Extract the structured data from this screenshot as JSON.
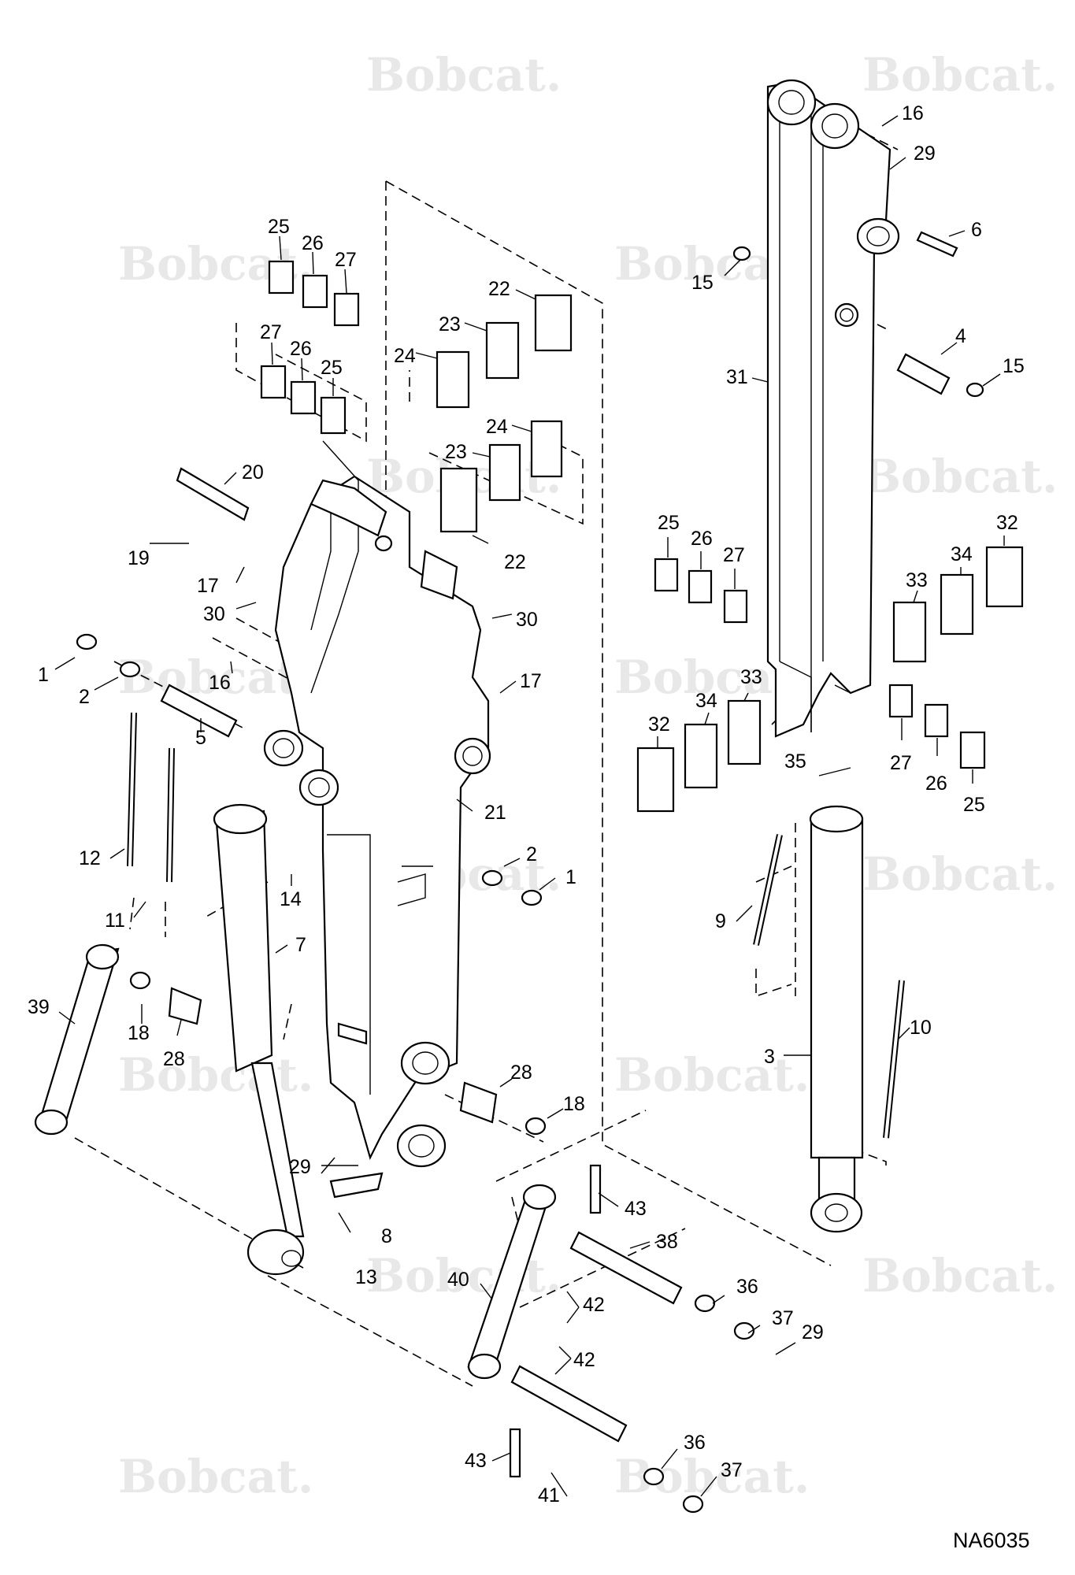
{
  "diagram_code": "NA6035",
  "watermark_text": "Bobcat.",
  "callouts": [
    {
      "id": "c25a",
      "label": "25"
    },
    {
      "id": "c26a",
      "label": "26"
    },
    {
      "id": "c27a",
      "label": "27"
    },
    {
      "id": "c27b",
      "label": "27"
    },
    {
      "id": "c26b",
      "label": "26"
    },
    {
      "id": "c25b",
      "label": "25"
    },
    {
      "id": "c22a",
      "label": "22"
    },
    {
      "id": "c23a",
      "label": "23"
    },
    {
      "id": "c24a",
      "label": "24"
    },
    {
      "id": "c24b",
      "label": "24"
    },
    {
      "id": "c23b",
      "label": "23"
    },
    {
      "id": "c22b",
      "label": "22"
    },
    {
      "id": "c20",
      "label": "20"
    },
    {
      "id": "c19",
      "label": "19"
    },
    {
      "id": "c17a",
      "label": "17"
    },
    {
      "id": "c30a",
      "label": "30"
    },
    {
      "id": "c16a",
      "label": "16"
    },
    {
      "id": "c30b",
      "label": "30"
    },
    {
      "id": "c17b",
      "label": "17"
    },
    {
      "id": "c1a",
      "label": "1"
    },
    {
      "id": "c2a",
      "label": "2"
    },
    {
      "id": "c5",
      "label": "5"
    },
    {
      "id": "c12",
      "label": "12"
    },
    {
      "id": "c11",
      "label": "11"
    },
    {
      "id": "c14",
      "label": "14"
    },
    {
      "id": "c21",
      "label": "21"
    },
    {
      "id": "c2b",
      "label": "2"
    },
    {
      "id": "c1b",
      "label": "1"
    },
    {
      "id": "c7",
      "label": "7"
    },
    {
      "id": "c39",
      "label": "39"
    },
    {
      "id": "c18a",
      "label": "18"
    },
    {
      "id": "c28a",
      "label": "28"
    },
    {
      "id": "c28b",
      "label": "28"
    },
    {
      "id": "c18b",
      "label": "18"
    },
    {
      "id": "c29a",
      "label": "29"
    },
    {
      "id": "c8",
      "label": "8"
    },
    {
      "id": "c13",
      "label": "13"
    },
    {
      "id": "c16b",
      "label": "16"
    },
    {
      "id": "c29b",
      "label": "29"
    },
    {
      "id": "c6",
      "label": "6"
    },
    {
      "id": "c15a",
      "label": "15"
    },
    {
      "id": "c4",
      "label": "4"
    },
    {
      "id": "c15b",
      "label": "15"
    },
    {
      "id": "c31",
      "label": "31"
    },
    {
      "id": "c25c",
      "label": "25"
    },
    {
      "id": "c26c",
      "label": "26"
    },
    {
      "id": "c27c",
      "label": "27"
    },
    {
      "id": "c32a",
      "label": "32"
    },
    {
      "id": "c34a",
      "label": "34"
    },
    {
      "id": "c33a",
      "label": "33"
    },
    {
      "id": "c33b",
      "label": "33"
    },
    {
      "id": "c34b",
      "label": "34"
    },
    {
      "id": "c32b",
      "label": "32"
    },
    {
      "id": "c35",
      "label": "35"
    },
    {
      "id": "c27d",
      "label": "27"
    },
    {
      "id": "c26d",
      "label": "26"
    },
    {
      "id": "c25d",
      "label": "25"
    },
    {
      "id": "c9",
      "label": "9"
    },
    {
      "id": "c10",
      "label": "10"
    },
    {
      "id": "c3",
      "label": "3"
    },
    {
      "id": "c43a",
      "label": "43"
    },
    {
      "id": "c38",
      "label": "38"
    },
    {
      "id": "c40",
      "label": "40"
    },
    {
      "id": "c42a",
      "label": "42"
    },
    {
      "id": "c36a",
      "label": "36"
    },
    {
      "id": "c37a",
      "label": "37"
    },
    {
      "id": "c29c",
      "label": "29"
    },
    {
      "id": "c42b",
      "label": "42"
    },
    {
      "id": "c43b",
      "label": "43"
    },
    {
      "id": "c41",
      "label": "41"
    },
    {
      "id": "c36b",
      "label": "36"
    },
    {
      "id": "c37b",
      "label": "37"
    }
  ]
}
